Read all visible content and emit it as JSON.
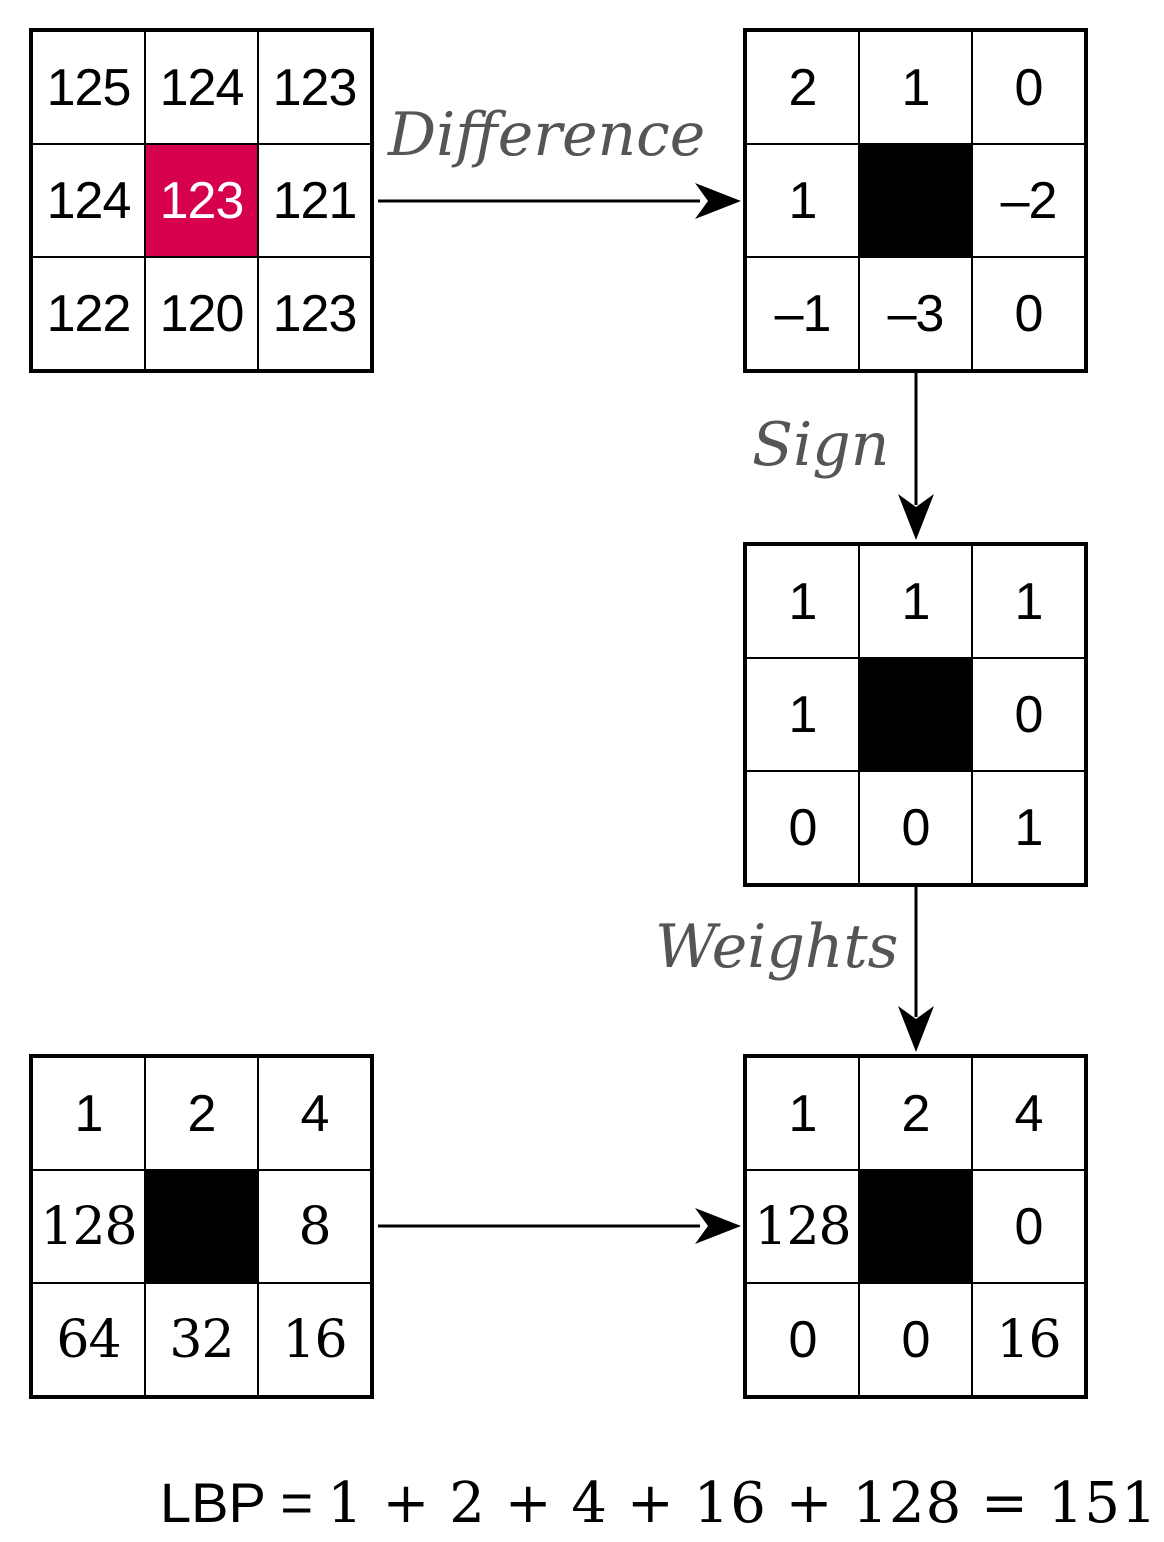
{
  "grids": {
    "input": [
      "125",
      "124",
      "123",
      "124",
      "123",
      "121",
      "122",
      "120",
      "123"
    ],
    "difference": [
      "2",
      "1",
      "0",
      "1",
      "",
      "–2",
      "–1",
      "–3",
      "0"
    ],
    "sign": [
      "1",
      "1",
      "1",
      "1",
      "",
      "0",
      "0",
      "0",
      "1"
    ],
    "weights": [
      "1",
      "2",
      "4",
      "128",
      "",
      "8",
      "64",
      "32",
      "16"
    ],
    "result": [
      "1",
      "2",
      "4",
      "128",
      "",
      "0",
      "0",
      "0",
      "16"
    ]
  },
  "labels": {
    "difference": "Difference",
    "sign": "Sign",
    "weights": "Weights"
  },
  "formula": {
    "lhs": "LBP =",
    "rhs": "1 + 2 + 4 + 16 + 128 = 151"
  },
  "colors": {
    "highlight": "#d6004f",
    "label_text": "#555555"
  }
}
